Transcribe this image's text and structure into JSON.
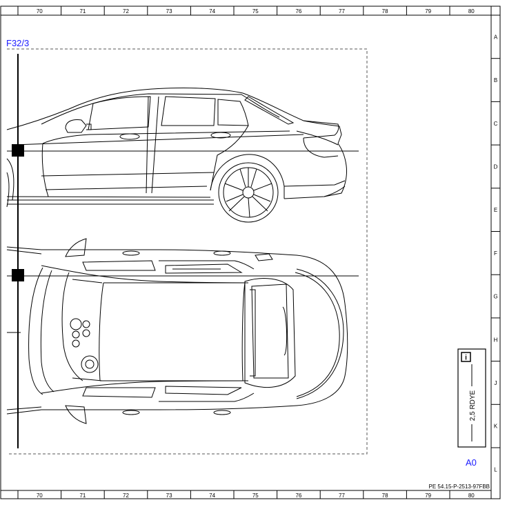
{
  "frame": {
    "columns": [
      "70",
      "71",
      "72",
      "73",
      "74",
      "75",
      "76",
      "77",
      "78",
      "79",
      "80"
    ],
    "rows": [
      "A",
      "B",
      "C",
      "D",
      "E",
      "F",
      "G",
      "H",
      "J",
      "K",
      "L"
    ]
  },
  "diagram": {
    "component_ref": "F32/3",
    "connector_ref": "A0",
    "wire_label": "2,5 RDYE",
    "info_icon": "info-icon",
    "document_number": "PE 54.15-P-2513-97FBB"
  },
  "colors": {
    "reference_blue": "#1a1aff",
    "line": "#000000"
  }
}
